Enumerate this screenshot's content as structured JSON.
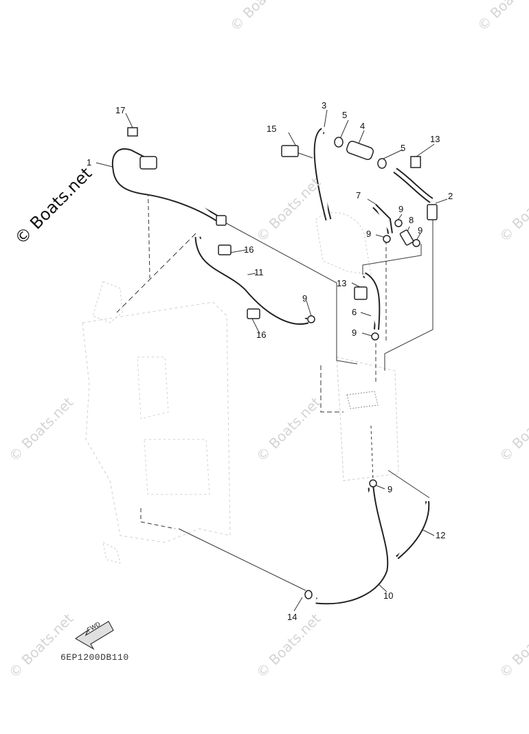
{
  "diagram": {
    "part_code": "6EP1200DB110",
    "fwd_label": "FWD",
    "callouts": [
      "17",
      "1",
      "3",
      "5",
      "4",
      "15",
      "5",
      "13",
      "2",
      "7",
      "9",
      "8",
      "9",
      "9",
      "16",
      "11",
      "13",
      "9",
      "6",
      "9",
      "16",
      "9",
      "12",
      "10",
      "14"
    ]
  },
  "watermarks": {
    "brand": "© Boats.net",
    "repeat": "© Boats.net"
  }
}
